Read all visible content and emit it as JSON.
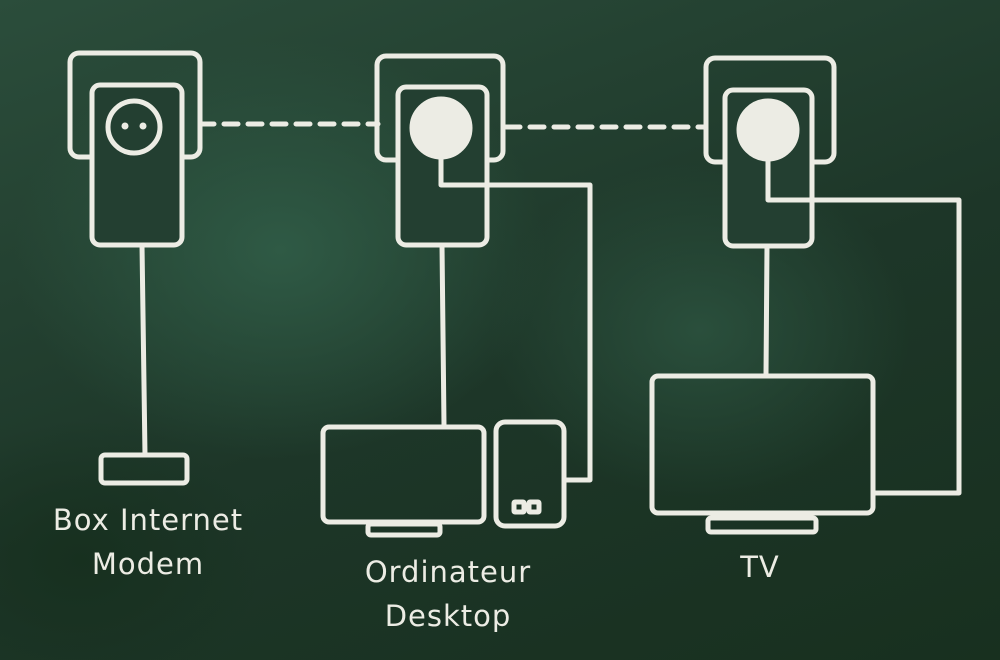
{
  "colors": {
    "line": "#ecece4",
    "background": "#1f3a2c"
  },
  "devices": [
    {
      "lines": [
        "Box Internet",
        "Modem"
      ]
    },
    {
      "lines": [
        "Ordinateur",
        "Desktop"
      ]
    },
    {
      "lines": [
        "TV"
      ]
    }
  ]
}
